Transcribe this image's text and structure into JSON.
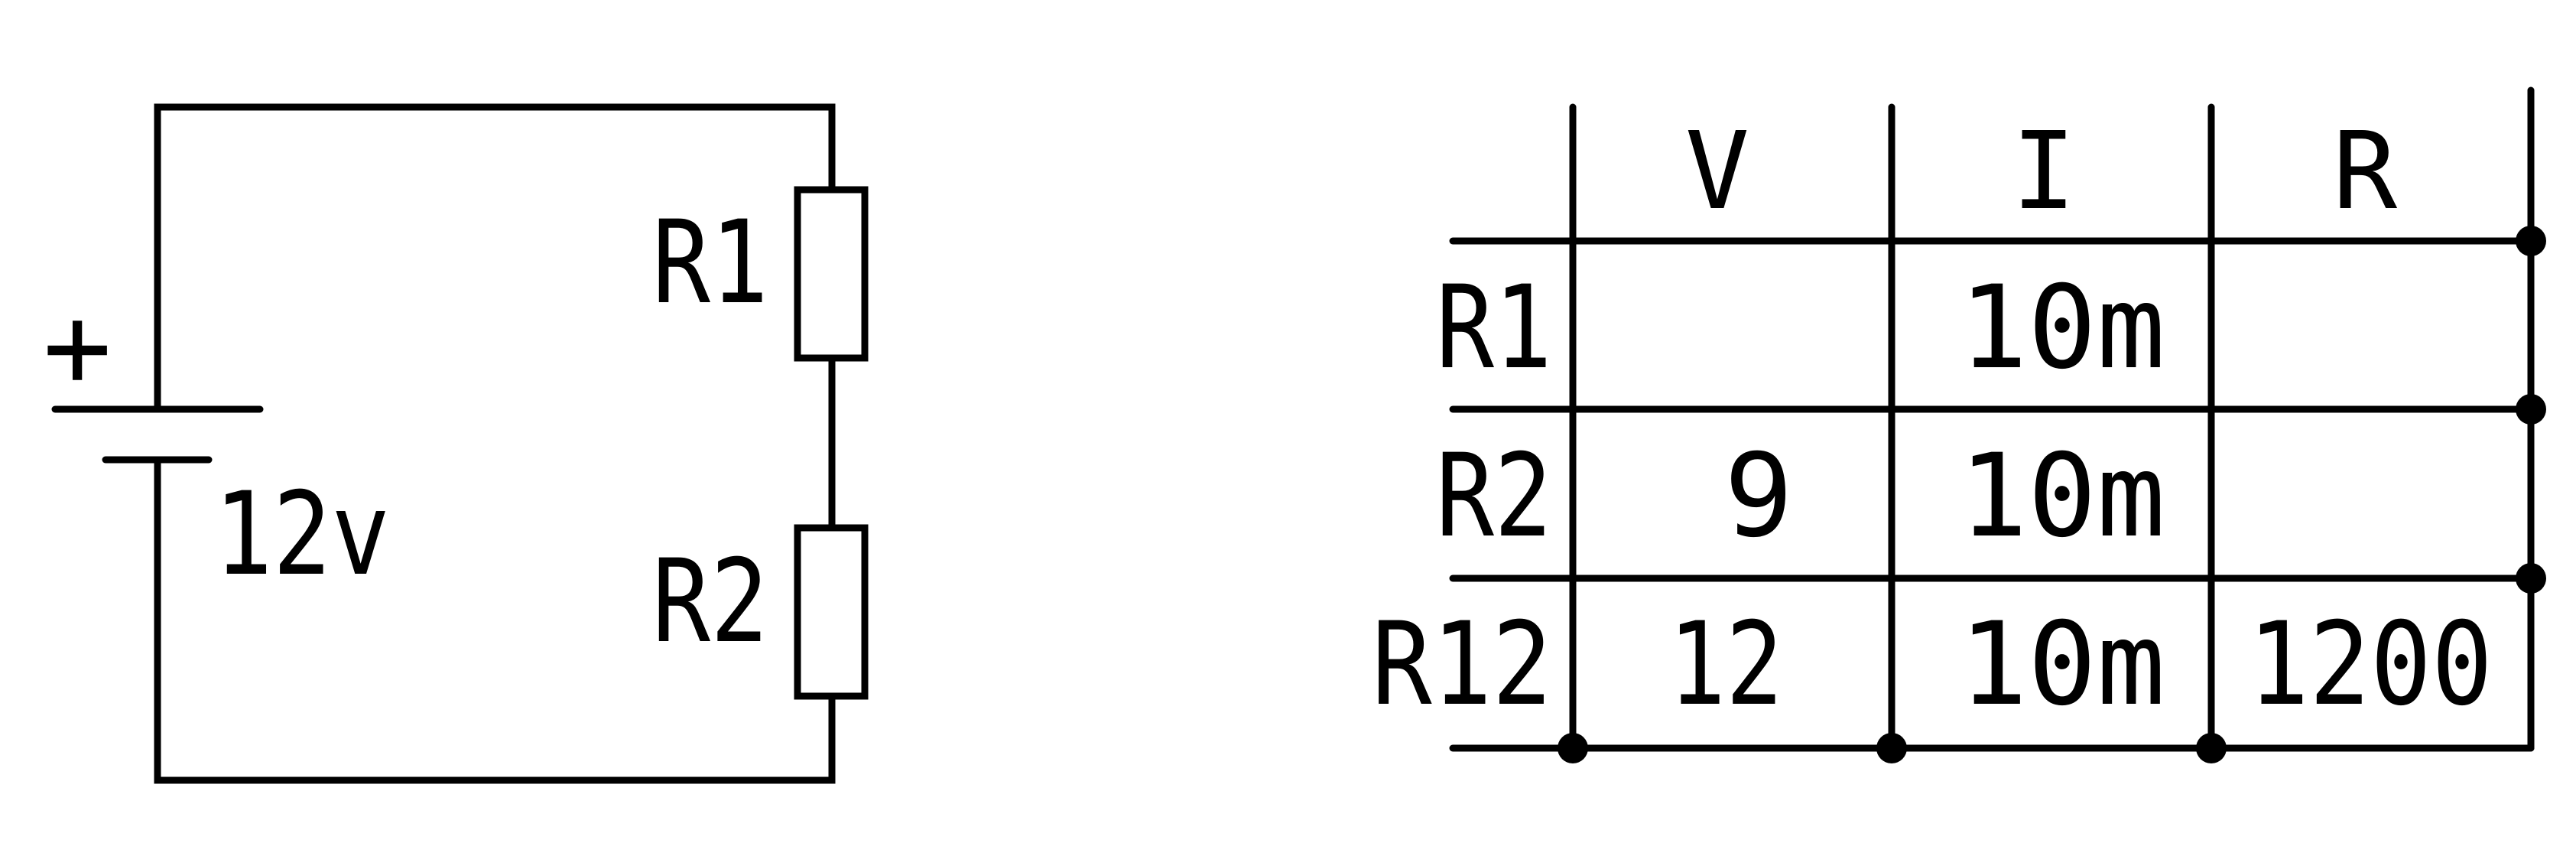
{
  "circuit": {
    "battery": {
      "plus_symbol": "+",
      "voltage_label": "12v"
    },
    "resistors": [
      {
        "label": "R1"
      },
      {
        "label": "R2"
      }
    ]
  },
  "vir_table": {
    "column_headers": [
      "V",
      "I",
      "R"
    ],
    "rows": [
      {
        "label": "R1",
        "V": "",
        "I": "10m",
        "R": ""
      },
      {
        "label": "R2",
        "V": "9",
        "I": "10m",
        "R": ""
      },
      {
        "label": "R12",
        "V": "12",
        "I": "10m",
        "R": "1200"
      }
    ]
  },
  "colors": {
    "ink": "#000000",
    "background": "#ffffff"
  }
}
